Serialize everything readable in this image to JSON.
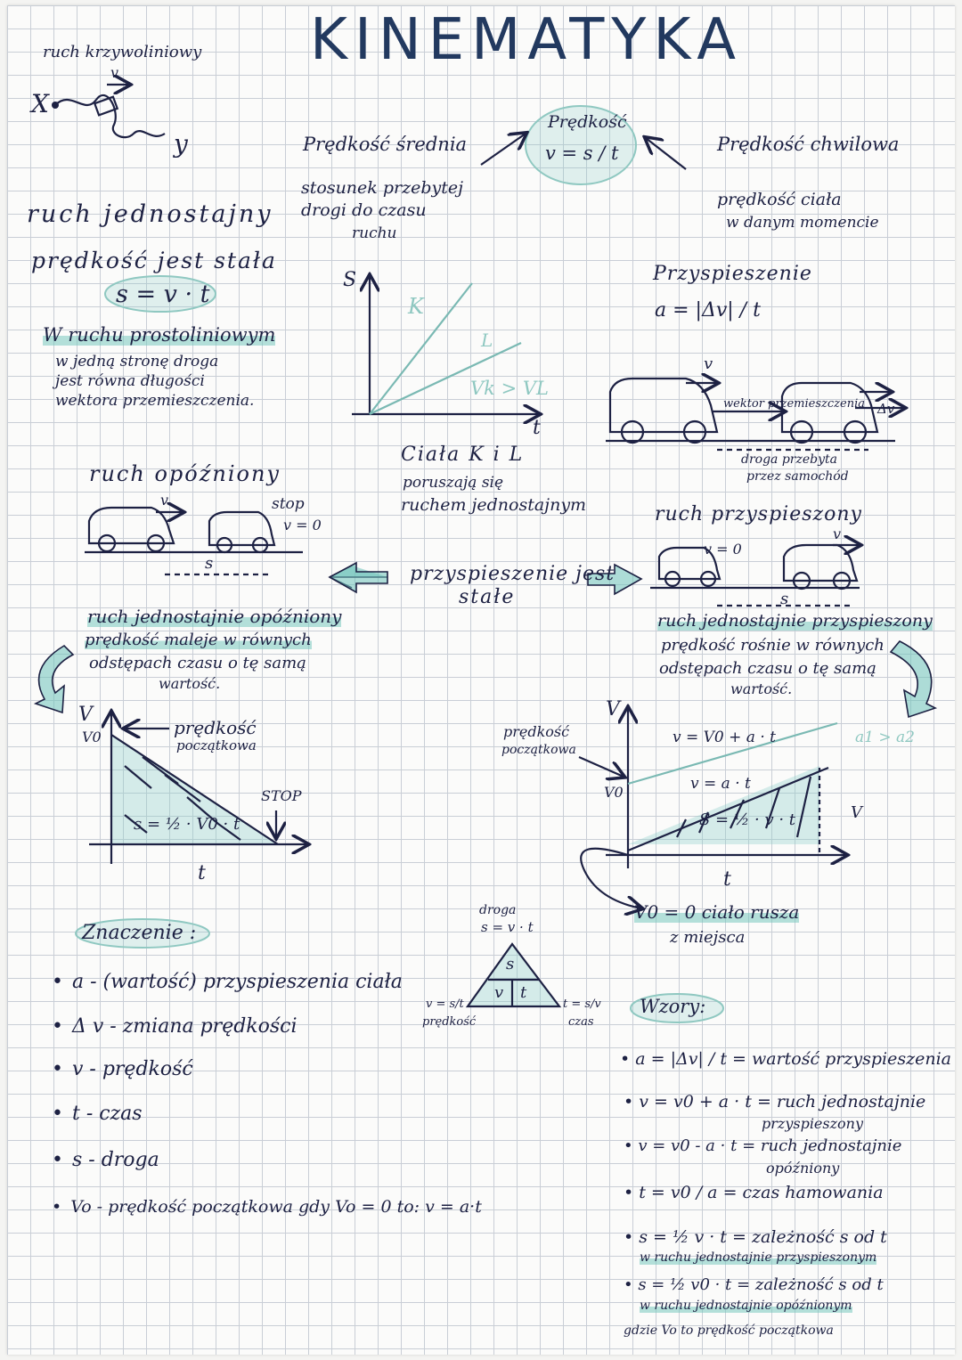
{
  "title": "KINEMATYKA",
  "curvilinear": {
    "label": "ruch krzywoliniowy",
    "x": "X",
    "y": "y",
    "vec": "v"
  },
  "uniform": {
    "heading": "ruch jednostajny",
    "line1": "prędkość jest stała",
    "formula": "s = v · t",
    "note1": "W ruchu prostoliniowym",
    "note2": "w jedną stronę droga",
    "note3": "jest równa długości",
    "note4": "wektora przemieszczenia."
  },
  "avg_speed": {
    "title": "Prędkość średnia",
    "desc1": "stosunek przebytej",
    "desc2": "drogi do czasu",
    "desc3": "ruchu"
  },
  "speed": {
    "title": "Prędkość",
    "formula": "v = s / t"
  },
  "inst_speed": {
    "title": "Prędkość chwilowa",
    "desc1": "prędkość ciała",
    "desc2": "w danym momencie"
  },
  "graph1": {
    "ylabel": "S",
    "xlabel": "t",
    "k": "K",
    "l": "L",
    "compare": "Vk > VL"
  },
  "bodies": {
    "line1": "Ciała K i L",
    "line2": "poruszają się",
    "line3": "ruchem jednostajnym"
  },
  "acceleration": {
    "title": "Przyspieszenie",
    "formula": "a = |Δv| / t",
    "v": "v",
    "dv": "Δv",
    "vector": "wektor przemieszczenia",
    "road1": "droga przebyta",
    "road2": "przez samochód"
  },
  "decel": {
    "heading": "ruch opóźniony",
    "stop": "stop",
    "v0": "v = 0",
    "s": "s",
    "v": "v"
  },
  "accel": {
    "heading": "ruch przyspieszony",
    "v0": "v = 0",
    "s": "s",
    "v": "v"
  },
  "constant": {
    "line1": "przyspieszenie jest",
    "line2": "stałe"
  },
  "uniform_decel": {
    "heading": "ruch jednostajnie opóźniony",
    "d1": "prędkość maleje w równych",
    "d2": "odstępach czasu o tę samą",
    "d3": "wartość."
  },
  "uniform_accel": {
    "heading": "ruch jednostajnie przyspieszony",
    "d1": "prędkość rośnie w równych",
    "d2": "odstępach czasu o tę samą",
    "d3": "wartość."
  },
  "graph_decel": {
    "v": "V",
    "v0": "V0",
    "initial1": "prędkość",
    "initial2": "początkowa",
    "stop": "STOP",
    "area": "s = ½ · V0 · t",
    "t": "t"
  },
  "graph_accel": {
    "v": "V",
    "v0": "V0",
    "initial1": "prędkość",
    "initial2": "początkowa",
    "line1": "v = V0 + a · t",
    "line2": "v = a · t",
    "a12": "a1 > a2",
    "area": "S = ½ · v · t",
    "vright": "V",
    "t": "t",
    "note1": "V0 = 0 ciało rusza",
    "note2": "z miejsca"
  },
  "legend": {
    "title": "Znaczenie :",
    "items": [
      "a - (wartość) przyspieszenia ciała",
      "Δ v - zmiana prędkości",
      "v - prędkość",
      "t - czas",
      "s - droga",
      "Vo - prędkość początkowa  gdy Vo = 0  to: v = a·t"
    ]
  },
  "triangle": {
    "top_label1": "droga",
    "top_label2": "s = v · t",
    "s": "s",
    "v": "v",
    "t": "t",
    "left1": "v = s/t",
    "left2": "prędkość",
    "right1": "t = s/v",
    "right2": "czas"
  },
  "formulas": {
    "title": "Wzory:",
    "items": [
      {
        "f": "a = |Δv| / t",
        "d": "= wartość przyspieszenia",
        "d2": ""
      },
      {
        "f": "v = v0 + a · t",
        "d": "= ruch jednostajnie",
        "d2": "przyspieszony"
      },
      {
        "f": "v = v0 - a · t",
        "d": "= ruch jednostajnie",
        "d2": "opóźniony"
      },
      {
        "f": "t = v0 / a",
        "d": "= czas hamowania",
        "d2": ""
      },
      {
        "f": "s = ½ v · t",
        "d": "= zależność s od t",
        "d2": "w ruchu jednostajnie przyspieszonym"
      },
      {
        "f": "s = ½ v0 · t",
        "d": "= zależność s od t",
        "d2": "w ruchu jednostajnie opóźnionym"
      }
    ],
    "footer": "gdzie Vo to prędkość początkowa"
  }
}
